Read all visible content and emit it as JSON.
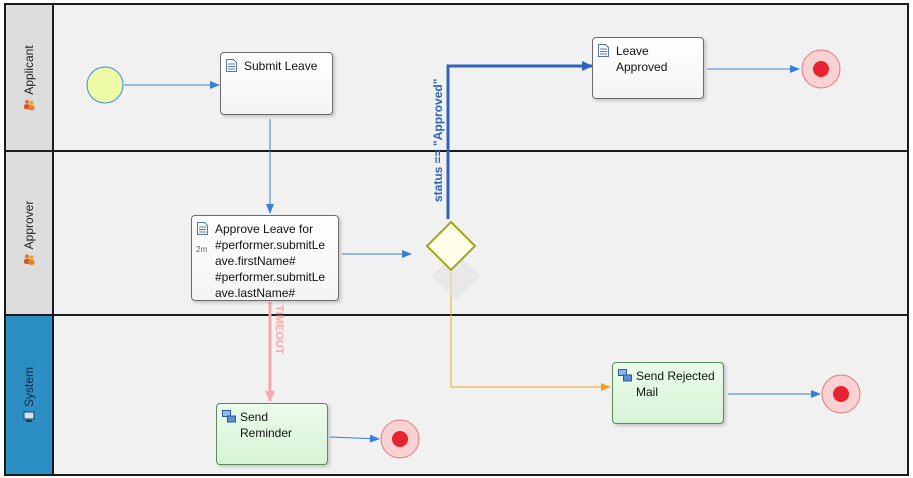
{
  "lanes": [
    {
      "label": "Applicant"
    },
    {
      "label": "Approver"
    },
    {
      "label": "System"
    }
  ],
  "tasks": {
    "submit_leave": {
      "label": "Submit Leave"
    },
    "leave_approved": {
      "line1": "Leave",
      "line2": "Approved"
    },
    "approve_leave": {
      "line1": "Approve Leave for",
      "line2": "#performer.submitLe",
      "line3": "ave.firstName#",
      "line4": "#performer.submitLe",
      "line5": "ave.lastName#",
      "timer": "2m"
    },
    "send_reminder": {
      "line1": "Send",
      "line2": "Reminder"
    },
    "send_rejected_mail": {
      "line1": "Send Rejected",
      "line2": "Mail"
    }
  },
  "flows": {
    "approved_condition": "status == \"Approved\"",
    "timeout_label": "TIMEOUT"
  },
  "colors": {
    "flow_blue": "#3a7fd5",
    "approved_flow": "#2f63b8",
    "rejected_flow": "#f4a21d",
    "timeout_flow": "#f7a8a8",
    "start_fill": "#eefaa8",
    "gateway_stroke": "#a3a323",
    "end_fill": "#e8222e",
    "system_lane": "#2b8fc4"
  },
  "icons": {
    "lane_applicant": "people-icon",
    "lane_approver": "people-icon",
    "lane_system": "computer-icon",
    "user_task": "document-icon",
    "service_task": "gears-icon"
  }
}
